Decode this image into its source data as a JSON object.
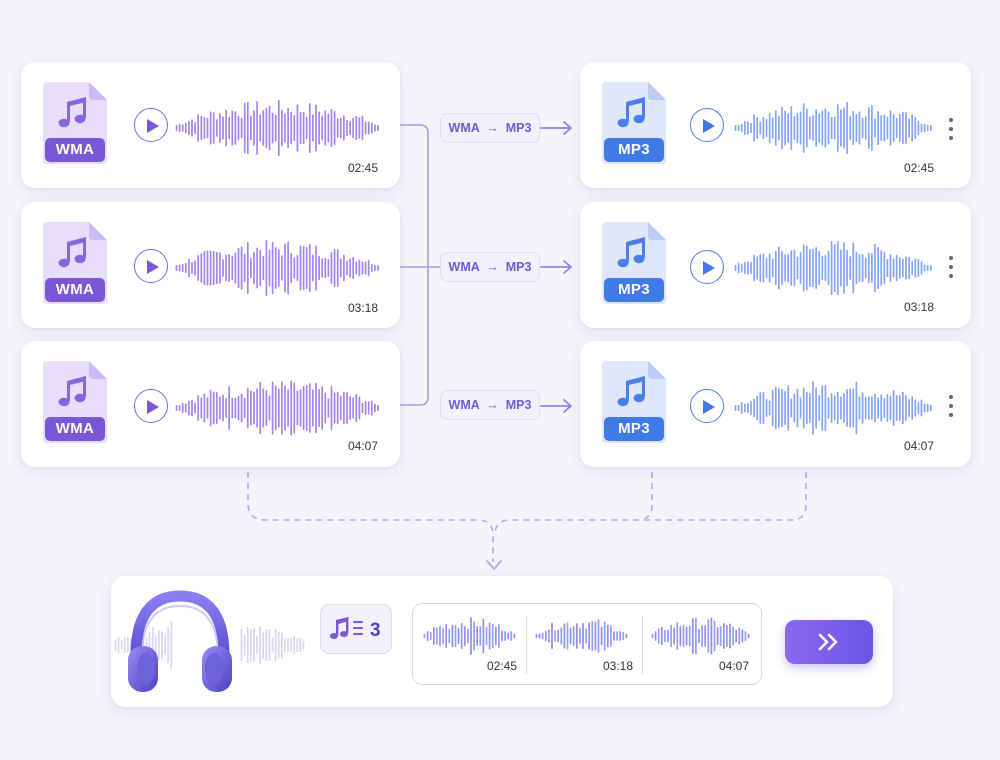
{
  "colors": {
    "wma_purple": "#8a64dc",
    "mp3_blue": "#4a7ee8",
    "wave_purple": "#9b7ee6",
    "wave_blue": "#7f9ff0",
    "connector": "#ad94ec",
    "dashed": "#b3a6e8",
    "accent": "#6a55e5"
  },
  "source_files": [
    {
      "format": "WMA",
      "duration": "02:45",
      "icon": "music-note-icon"
    },
    {
      "format": "WMA",
      "duration": "03:18",
      "icon": "music-note-icon"
    },
    {
      "format": "WMA",
      "duration": "04:07",
      "icon": "music-note-icon"
    }
  ],
  "conversions": [
    {
      "from": "WMA",
      "to": "MP3"
    },
    {
      "from": "WMA",
      "to": "MP3"
    },
    {
      "from": "WMA",
      "to": "MP3"
    }
  ],
  "output_files": [
    {
      "format": "MP3",
      "duration": "02:45",
      "icon": "music-note-icon"
    },
    {
      "format": "MP3",
      "duration": "03:18",
      "icon": "music-note-icon"
    },
    {
      "format": "MP3",
      "duration": "04:07",
      "icon": "music-note-icon"
    }
  ],
  "summary": {
    "icon": "playlist-icon",
    "count": "3",
    "durations": [
      "02:45",
      "03:18",
      "04:07"
    ],
    "next_icon": "double-chevron-right-icon",
    "headphones_icon": "headphones-icon"
  }
}
